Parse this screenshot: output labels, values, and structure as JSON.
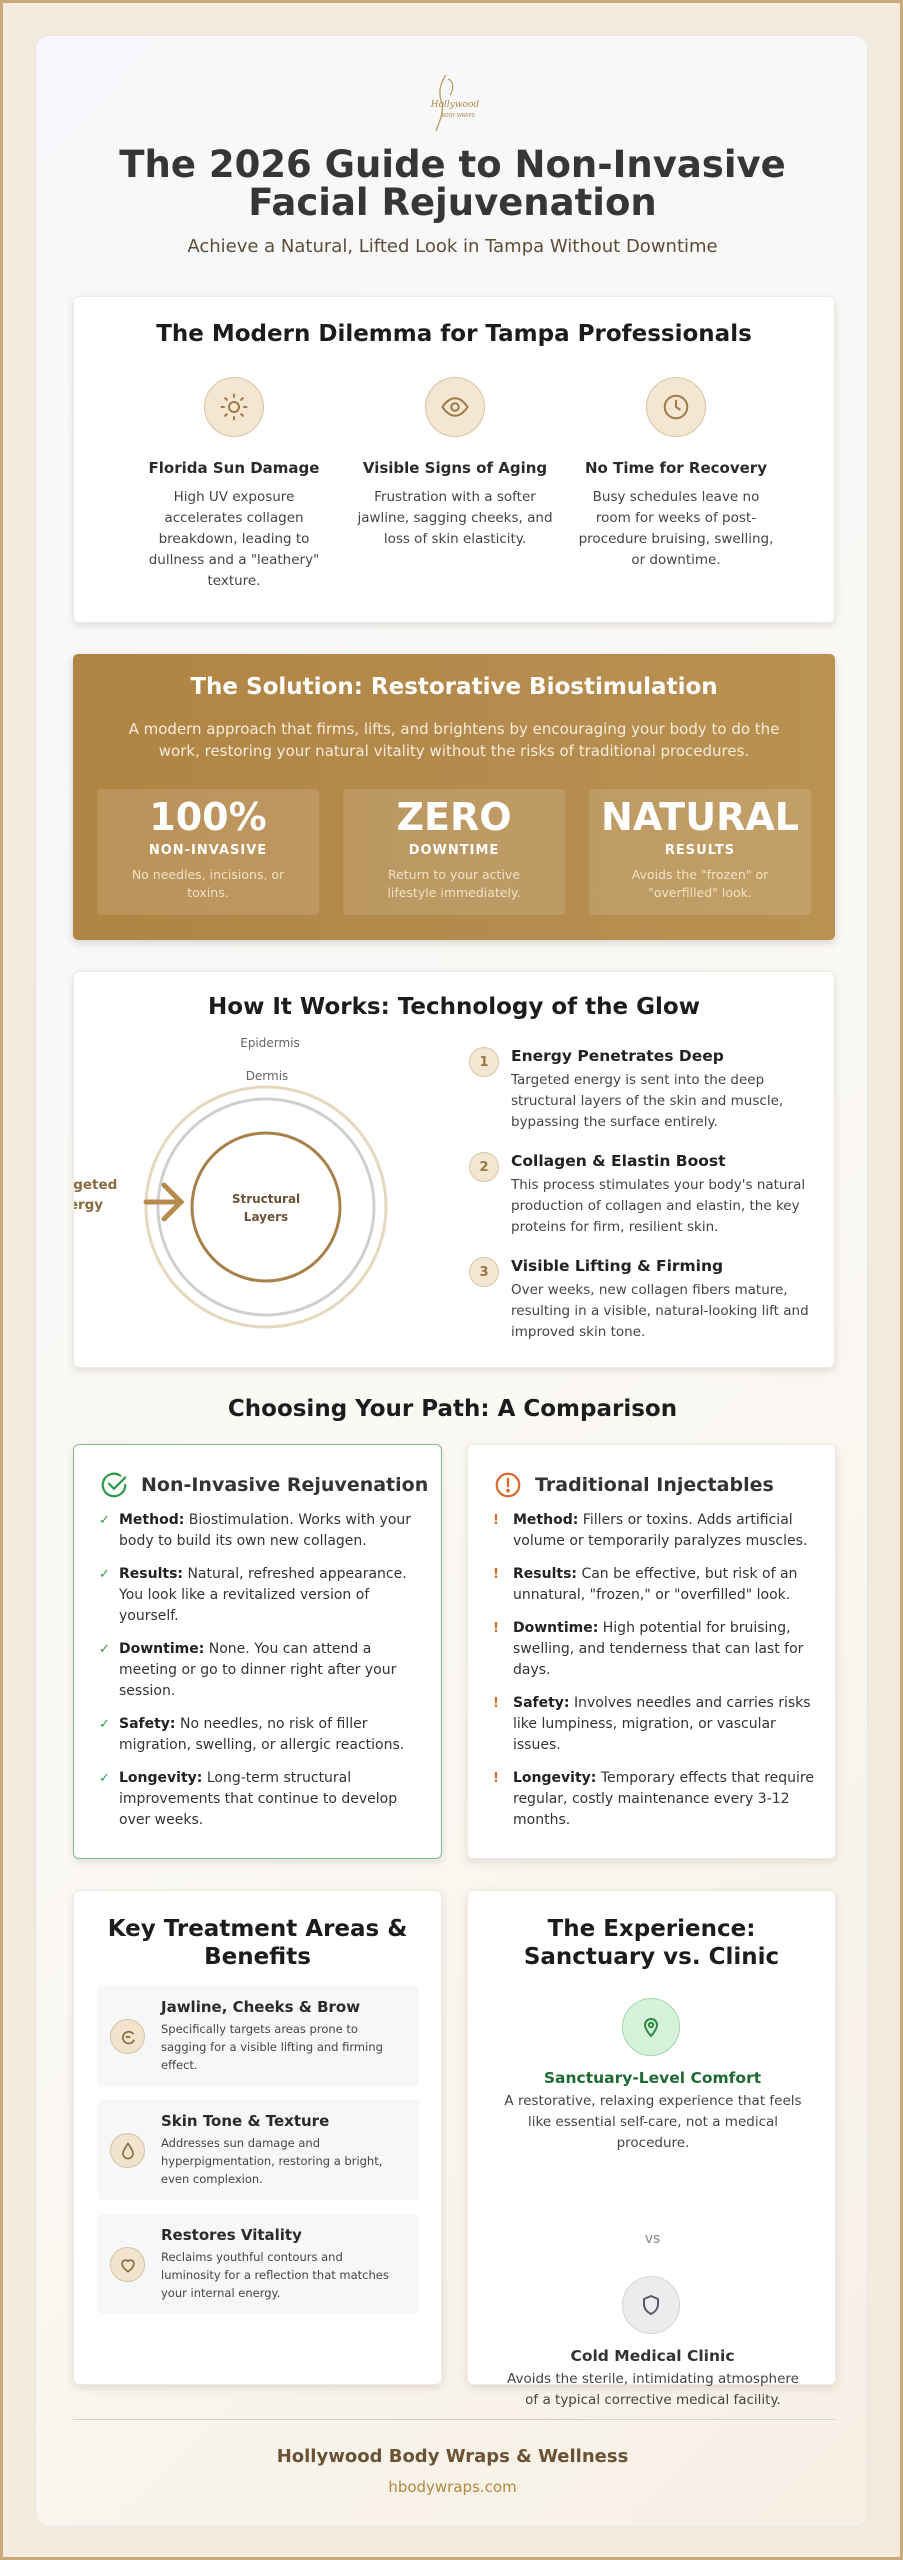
{
  "logo": {
    "line1": "Hollywood",
    "line2": "BODY WRAPS"
  },
  "header": {
    "title": "The 2026 Guide to Non-Invasive Facial Rejuvenation",
    "subtitle": "Achieve a Natural, Lifted Look in Tampa Without Downtime"
  },
  "dilemma": {
    "title": "The Modern Dilemma for Tampa Professionals",
    "items": [
      {
        "icon": "sun-icon",
        "title": "Florida Sun Damage",
        "text": "High UV exposure accelerates collagen breakdown, leading to dullness and a \"leathery\" texture."
      },
      {
        "icon": "eye-icon",
        "title": "Visible Signs of Aging",
        "text": "Frustration with a softer jawline, sagging cheeks, and loss of skin elasticity."
      },
      {
        "icon": "clock-icon",
        "title": "No Time for Recovery",
        "text": "Busy schedules leave no room for weeks of post-procedure bruising, swelling, or downtime."
      }
    ]
  },
  "solution": {
    "title": "The Solution: Restorative Biostimulation",
    "lead": "A modern approach that firms, lifts, and brightens by encouraging your body to do the work, restoring your natural vitality without the risks of traditional procedures.",
    "stats": [
      {
        "big": "100%",
        "label": "NON-INVASIVE",
        "text": "No needles, incisions, or toxins."
      },
      {
        "big": "ZERO",
        "label": "DOWNTIME",
        "text": "Return to your active lifestyle immediately."
      },
      {
        "big": "NATURAL",
        "label": "RESULTS",
        "text": "Avoids the \"frozen\" or \"overfilled\" look."
      }
    ]
  },
  "how": {
    "title": "How It Works: Technology of the Glow",
    "diagram": {
      "epidermis": "Epidermis",
      "dermis": "Dermis",
      "core_line1": "Structural",
      "core_line2": "Layers",
      "energy_line1": "Targeted",
      "energy_line2": "Energy"
    },
    "steps": [
      {
        "num": "1",
        "title": "Energy Penetrates Deep",
        "text": "Targeted energy is sent into the deep structural layers of the skin and muscle, bypassing the surface entirely."
      },
      {
        "num": "2",
        "title": "Collagen & Elastin Boost",
        "text": "This process stimulates your body's natural production of collagen and elastin, the key proteins for firm, resilient skin."
      },
      {
        "num": "3",
        "title": "Visible Lifting & Firming",
        "text": "Over weeks, new collagen fibers mature, resulting in a visible, natural-looking lift and improved skin tone."
      }
    ]
  },
  "compare": {
    "title": "Choosing Your Path: A Comparison",
    "left": {
      "title": "Non-Invasive Rejuvenation",
      "marker": "✓",
      "items": [
        {
          "label": "Method:",
          "text": " Biostimulation. Works with your body to build its own new collagen."
        },
        {
          "label": "Results:",
          "text": " Natural, refreshed appearance. You look like a revitalized version of yourself."
        },
        {
          "label": "Downtime:",
          "text": " None. You can attend a meeting or go to dinner right after your session."
        },
        {
          "label": "Safety:",
          "text": " No needles, no risk of filler migration, swelling, or allergic reactions."
        },
        {
          "label": "Longevity:",
          "text": " Long-term structural improvements that continue to develop over weeks."
        }
      ]
    },
    "right": {
      "title": "Traditional Injectables",
      "marker": "!",
      "items": [
        {
          "label": "Method:",
          "text": " Fillers or toxins. Adds artificial volume or temporarily paralyzes muscles."
        },
        {
          "label": "Results:",
          "text": " Can be effective, but risk of an unnatural, \"frozen,\" or \"overfilled\" look."
        },
        {
          "label": "Downtime:",
          "text": " High potential for bruising, swelling, and tenderness that can last for days."
        },
        {
          "label": "Safety:",
          "text": " Involves needles and carries risks like lumpiness, migration, or vascular issues."
        },
        {
          "label": "Longevity:",
          "text": " Temporary effects that require regular, costly maintenance every 3-12 months."
        }
      ]
    }
  },
  "benefits": {
    "title": "Key Treatment Areas & Benefits",
    "items": [
      {
        "icon": "contour-icon",
        "title": "Jawline, Cheeks & Brow",
        "text": "Specifically targets areas prone to sagging for a visible lifting and firming effect."
      },
      {
        "icon": "droplet-icon",
        "title": "Skin Tone & Texture",
        "text": "Addresses sun damage and hyperpigmentation, restoring a bright, even complexion."
      },
      {
        "icon": "heart-icon",
        "title": "Restores Vitality",
        "text": "Reclaims youthful contours and luminosity for a reflection that matches your internal energy."
      }
    ]
  },
  "experience": {
    "title": "The Experience: Sanctuary vs. Clinic",
    "sanctuary": {
      "icon": "location-pin-icon",
      "title": "Sanctuary-Level Comfort",
      "text": "A restorative, relaxing experience that feels like essential self-care, not a medical procedure."
    },
    "vs": "vs",
    "clinic": {
      "icon": "shield-icon",
      "title": "Cold Medical Clinic",
      "text": "Avoids the sterile, intimidating atmosphere of a typical corrective medical facility."
    }
  },
  "footer": {
    "name": "Hollywood Body Wraps & Wellness",
    "url": "hbodywraps.com"
  },
  "colors": {
    "gold": "#b58c4e",
    "green": "#2d9a4a",
    "orange": "#d76a2d",
    "brown": "#6a5234"
  }
}
